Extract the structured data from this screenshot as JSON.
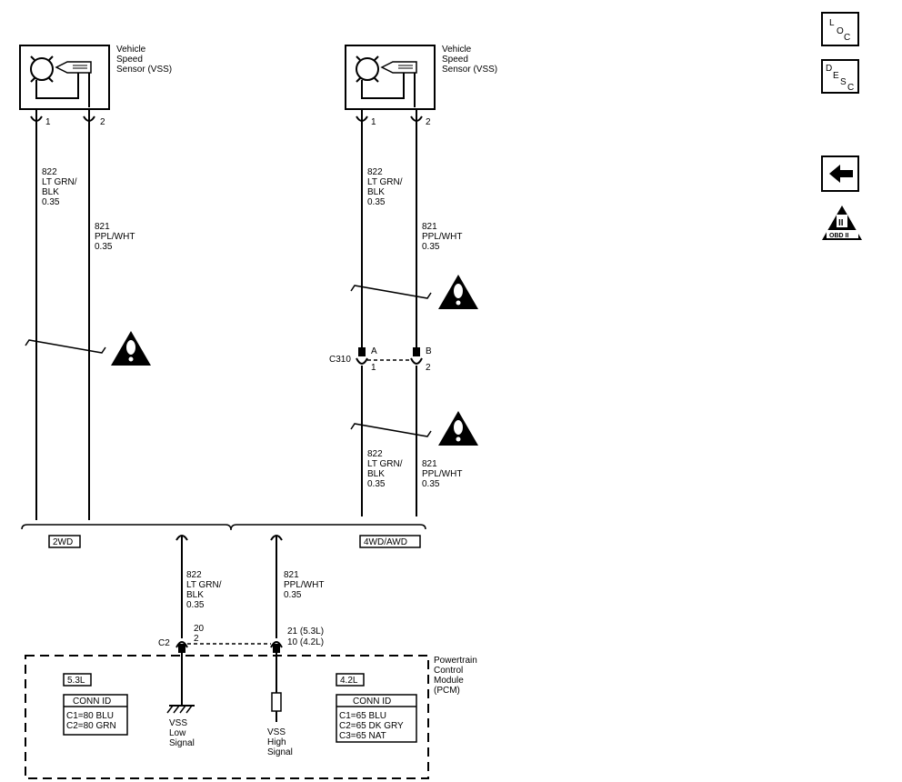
{
  "sensor_left": {
    "lines": [
      "Vehicle",
      "Speed",
      "Sensor (VSS)"
    ]
  },
  "sensor_right": {
    "lines": [
      "Vehicle",
      "Speed",
      "Sensor (VSS)"
    ]
  },
  "pins": {
    "left_1": "1",
    "left_2": "2",
    "right_1": "1",
    "right_2": "2"
  },
  "wire_822": {
    "lines": [
      "822",
      "LT GRN/",
      "BLK",
      "0.35"
    ]
  },
  "wire_821": {
    "lines": [
      "821",
      "PPL/WHT",
      "0.35"
    ]
  },
  "connector_c310": {
    "id": "C310",
    "pin_a": "A",
    "pin_b": "B",
    "pin_1": "1",
    "pin_2": "2"
  },
  "option_2wd": "2WD",
  "option_4wd": "4WD/AWD",
  "pcm": {
    "lines": [
      "Powertrain",
      "Control",
      "Module",
      "(PCM)"
    ],
    "connector": "C2",
    "pin_822_top": "20",
    "pin_822_bottom": "2",
    "pin_821_top": "21 (5.3L)",
    "pin_821_bottom": "10 (4.2L)",
    "low_signal": [
      "VSS",
      "Low",
      "Signal"
    ],
    "high_signal": [
      "VSS",
      "High",
      "Signal"
    ],
    "engine_53": "5.3L",
    "engine_42": "4.2L",
    "conn_id_header": "CONN ID",
    "conn_53": [
      "C1=80 BLU",
      "C2=80 GRN"
    ],
    "conn_42": [
      "C1=65 BLU",
      "C2=65 DK GRY",
      "C3=65 NAT"
    ]
  },
  "nav": {
    "loc": [
      "L",
      "O",
      "C"
    ],
    "desc": [
      "D",
      "E",
      "S",
      "C"
    ],
    "obd": "OBD II",
    "obd_numeral": "II"
  }
}
